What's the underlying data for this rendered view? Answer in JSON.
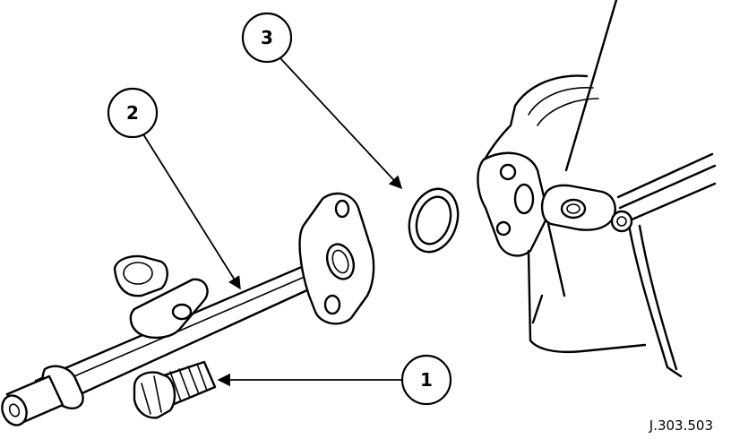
{
  "callouts": [
    {
      "id": "callout-1",
      "label": "1"
    },
    {
      "id": "callout-2",
      "label": "2"
    },
    {
      "id": "callout-3",
      "label": "3"
    }
  ],
  "reference": "J.303.503"
}
